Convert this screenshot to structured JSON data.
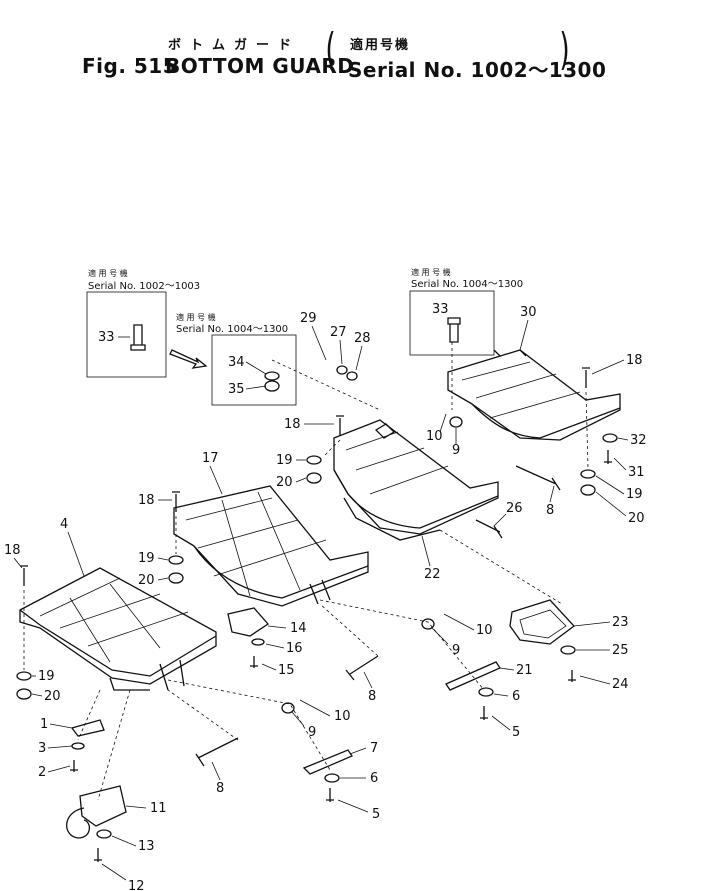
{
  "header": {
    "jp_title": "ボトムガード",
    "jp_serial": "適用号機",
    "fig": "Fig. 515",
    "title": "BOTTOM GUARD",
    "serial": "Serial No. 1002～1300"
  },
  "boxes": [
    {
      "jp": "適 用 号 機",
      "serial": "Serial No. 1002～1003"
    },
    {
      "jp": "適 用 号 機",
      "serial": "Serial No. 1004～1300"
    },
    {
      "jp": "適 用 号 機",
      "serial": "Serial No. 1004～1300"
    }
  ],
  "callouts": [
    "1",
    "2",
    "3",
    "4",
    "5",
    "5",
    "6",
    "6",
    "7",
    "8",
    "8",
    "8",
    "9",
    "9",
    "9",
    "10",
    "10",
    "10",
    "11",
    "12",
    "13",
    "14",
    "15",
    "16",
    "17",
    "18",
    "18",
    "18",
    "18",
    "19",
    "19",
    "19",
    "19",
    "20",
    "20",
    "20",
    "20",
    "21",
    "22",
    "23",
    "24",
    "25",
    "26",
    "27",
    "28",
    "29",
    "30",
    "31",
    "32",
    "33",
    "33",
    "34",
    "35"
  ]
}
